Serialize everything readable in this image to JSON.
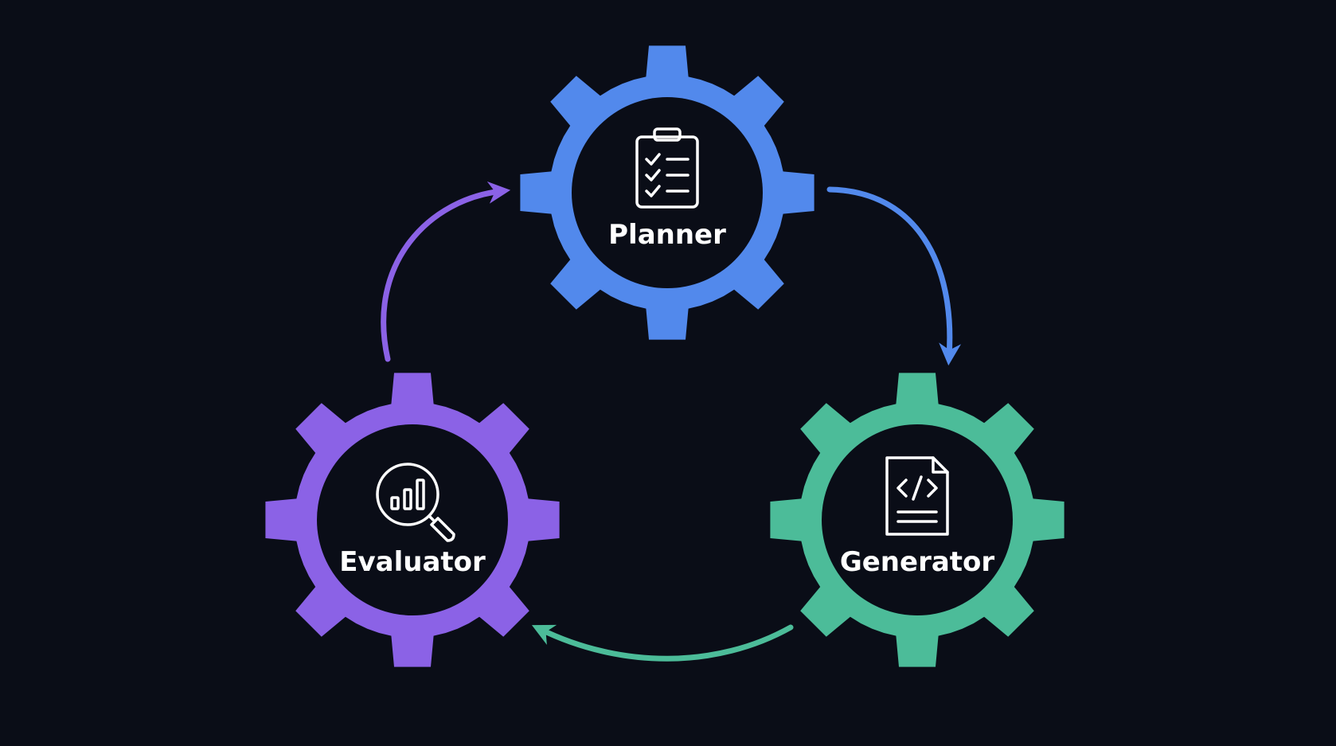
{
  "background": "#0a0d17",
  "nodes": [
    {
      "id": "planner",
      "label": "Planner",
      "color": "#5289ec",
      "icon": "clipboard-checklist-icon"
    },
    {
      "id": "generator",
      "label": "Generator",
      "color": "#4cbc99",
      "icon": "code-file-icon"
    },
    {
      "id": "evaluator",
      "label": "Evaluator",
      "color": "#8b62e6",
      "icon": "magnifier-chart-icon"
    }
  ],
  "edges": [
    {
      "from": "planner",
      "to": "generator",
      "color": "#5289ec"
    },
    {
      "from": "generator",
      "to": "evaluator",
      "color": "#4cbc99"
    },
    {
      "from": "evaluator",
      "to": "planner",
      "color": "#8b62e6"
    }
  ]
}
